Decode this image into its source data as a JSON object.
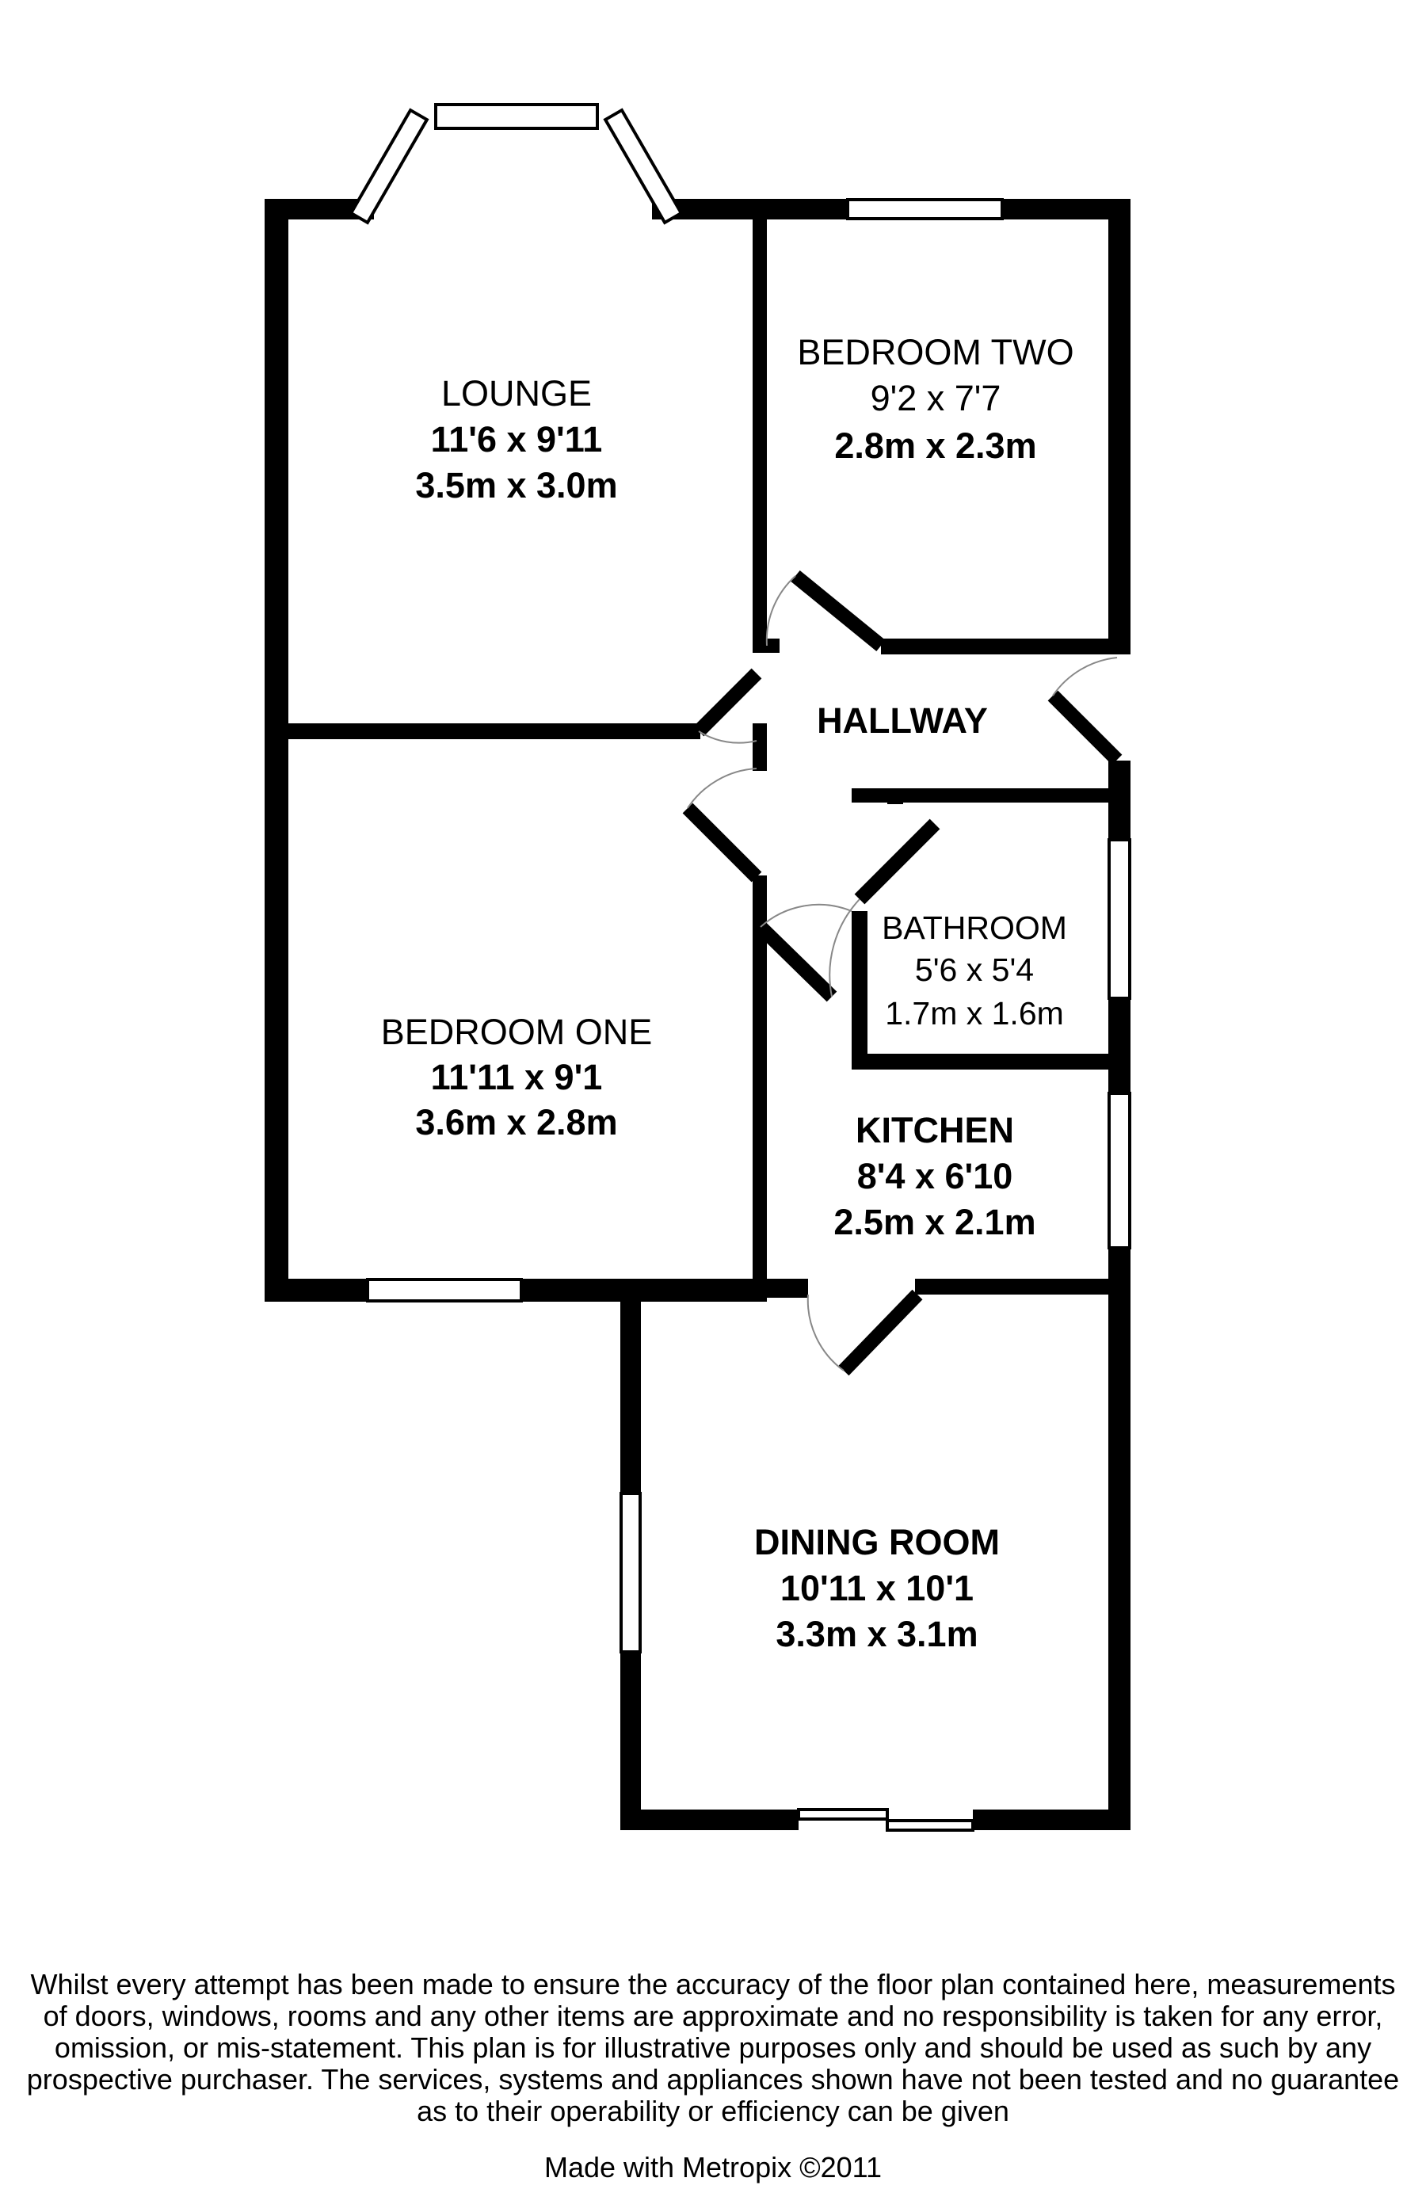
{
  "rooms": {
    "lounge": {
      "name": "LOUNGE",
      "imperial": "11'6 x 9'11",
      "metric": "3.5m x 3.0m"
    },
    "bedroom_two": {
      "name": "BEDROOM TWO",
      "imperial": "9'2 x 7'7",
      "metric": "2.8m x 2.3m"
    },
    "hallway": {
      "name": "HALLWAY"
    },
    "bathroom": {
      "name": "BATHROOM",
      "imperial": "5'6 x 5'4",
      "metric": "1.7m x 1.6m"
    },
    "bedroom_one": {
      "name": "BEDROOM ONE",
      "imperial": "11'11 x 9'1",
      "metric": "3.6m x 2.8m"
    },
    "kitchen": {
      "name": "KITCHEN",
      "imperial": "8'4 x 6'10",
      "metric": "2.5m x 2.1m"
    },
    "dining_room": {
      "name": "DINING ROOM",
      "imperial": "10'11 x 10'1",
      "metric": "3.3m x 3.1m"
    }
  },
  "disclaimer": {
    "lines": [
      "Whilst every attempt has been made to ensure the accuracy of the floor plan contained here, measurements",
      "of doors, windows, rooms and any other items are approximate and no responsibility is taken for any error,",
      "omission, or mis-statement. This plan is for illustrative purposes only and should be used as such by any",
      "prospective purchaser. The services, systems and appliances shown have not been tested and no guarantee",
      "as to their operability or efficiency can be given"
    ],
    "credit": "Made with Metropix ©2011"
  },
  "colors": {
    "wall": "#000000",
    "window": "#ffffff",
    "background": "#ffffff",
    "door_swing": "#888888"
  }
}
